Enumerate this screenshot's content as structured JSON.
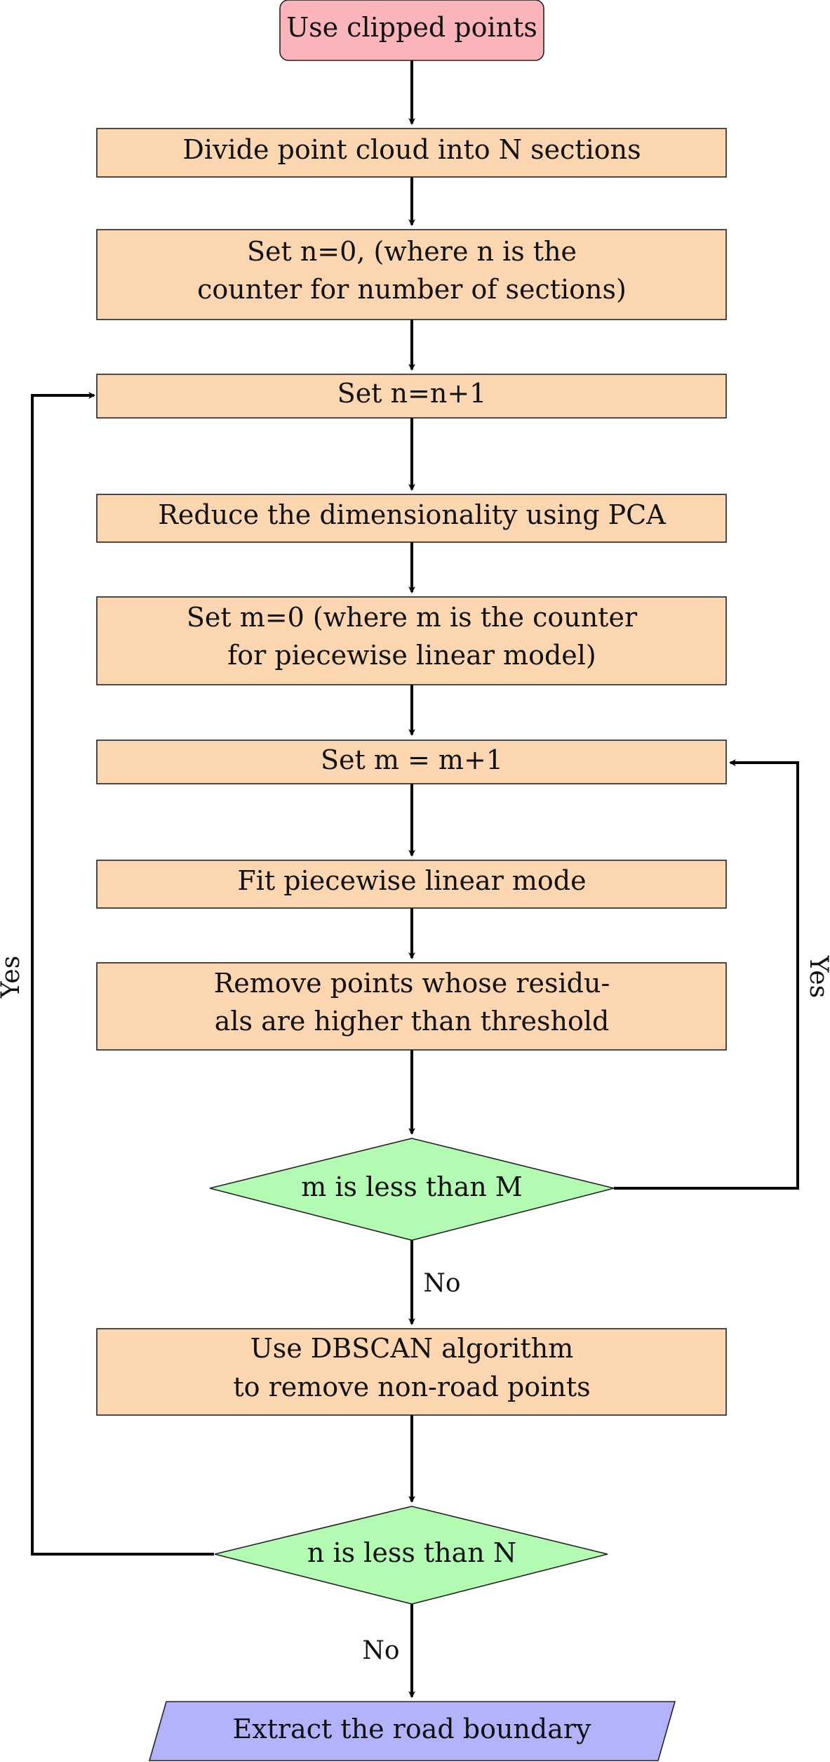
{
  "colors": {
    "start_fill": "#fbb4b9",
    "process_fill": "#fcd6b0",
    "decision_fill": "#b3fbb3",
    "io_fill": "#b3b3fb",
    "line": "#000000"
  },
  "nodes": {
    "start": {
      "lines": [
        "Use clipped points"
      ]
    },
    "divide": {
      "lines": [
        "Divide point cloud into N sections"
      ]
    },
    "set_n0": {
      "lines": [
        "Set n=0, (where n is the",
        "counter for number of sections)"
      ]
    },
    "set_n1": {
      "lines": [
        "Set n=n+1"
      ]
    },
    "pca": {
      "lines": [
        "Reduce the dimensionality using PCA"
      ]
    },
    "set_m0": {
      "lines": [
        "Set m=0 (where m is the counter",
        "for piecewise linear model)"
      ]
    },
    "set_m1": {
      "lines": [
        "Set m = m+1"
      ]
    },
    "fit": {
      "lines": [
        "Fit piecewise linear mode"
      ]
    },
    "remove": {
      "lines": [
        "Remove points whose residu-",
        "als are higher than threshold"
      ]
    },
    "decision_m": {
      "lines": [
        "m is less than M"
      ]
    },
    "dbscan": {
      "lines": [
        "Use DBSCAN algorithm",
        "to remove non-road points"
      ]
    },
    "decision_n": {
      "lines": [
        "n is less than N"
      ]
    },
    "extract": {
      "lines": [
        "Extract the road boundary"
      ]
    }
  },
  "edges": {
    "m_no": "No",
    "m_yes": "Yes",
    "n_no": "No",
    "n_yes": "Yes"
  }
}
